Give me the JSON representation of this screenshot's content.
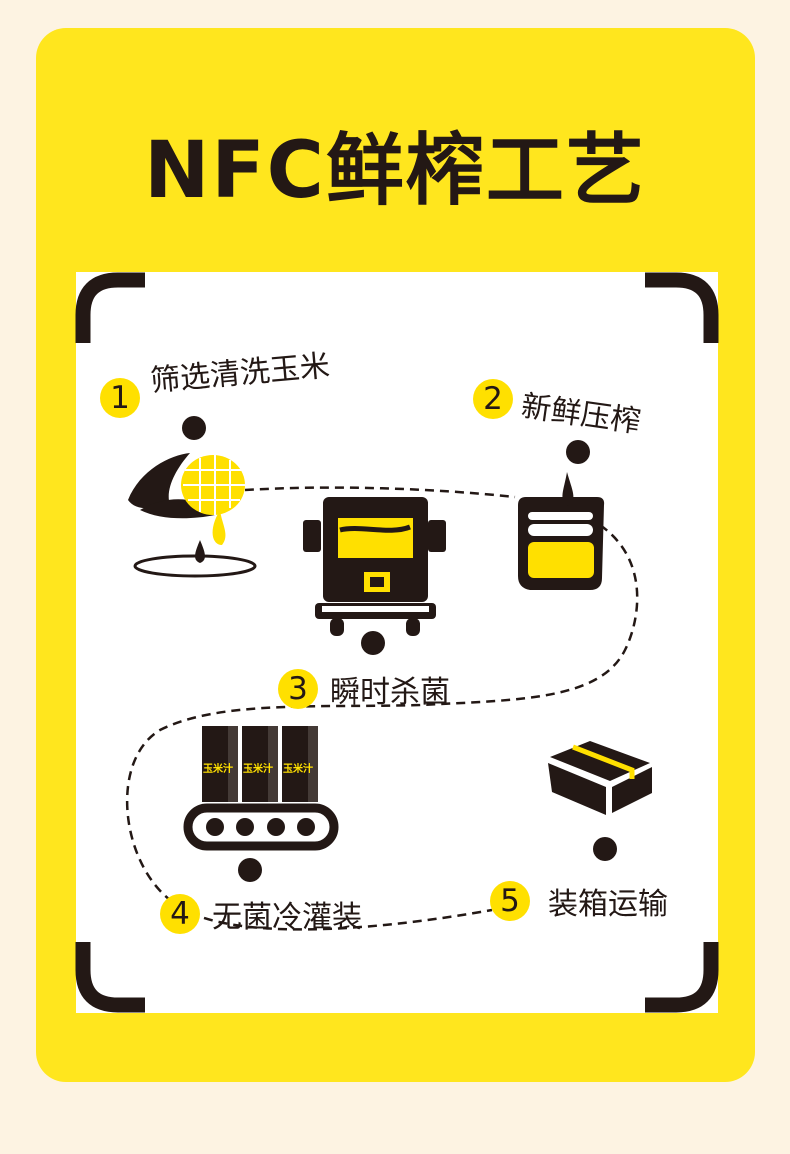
{
  "title": "NFC鲜榨工艺",
  "colors": {
    "background": "#fdf3e2",
    "card": "#ffe61e",
    "accent_yellow": "#ffe000",
    "dark": "#231815",
    "panel": "#ffffff"
  },
  "steps": [
    {
      "number": "1",
      "label": "筛选清洗玉米",
      "icon": "corn-icon"
    },
    {
      "number": "2",
      "label": "新鲜压榨",
      "icon": "juicer-icon"
    },
    {
      "number": "3",
      "label": "瞬时杀菌",
      "icon": "sterilizer-machine-icon"
    },
    {
      "number": "4",
      "label": "无菌冷灌装",
      "icon": "conveyor-filling-icon"
    },
    {
      "number": "5",
      "label": "装箱运输",
      "icon": "shipping-box-icon"
    }
  ],
  "product_label": "玉米汁"
}
